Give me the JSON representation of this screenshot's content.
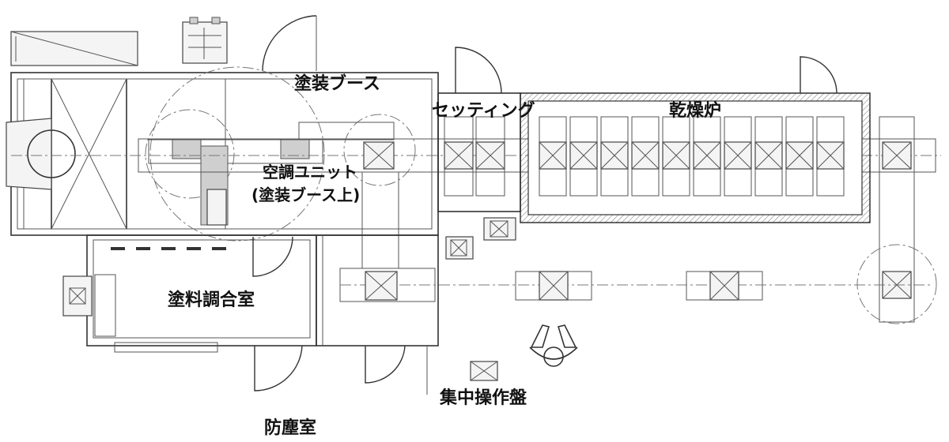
{
  "labels": {
    "painting_booth": "塗装ブース",
    "setting": "セッティング",
    "drying_oven": "乾燥炉",
    "ac_unit_line1": "空調ユニット",
    "ac_unit_line2": "(塗装ブース上)",
    "paint_mixing_room": "塗料調合室",
    "central_control_panel": "集中操作盤",
    "dust_proof_room": "防塵室"
  },
  "colors": {
    "line": "#333333",
    "hatch": "#888888",
    "background": "#ffffff"
  },
  "icons": [
    "fan-icon",
    "conveyor-cell-icon",
    "operator-icon",
    "control-panel-icon",
    "door-swing-icon"
  ]
}
